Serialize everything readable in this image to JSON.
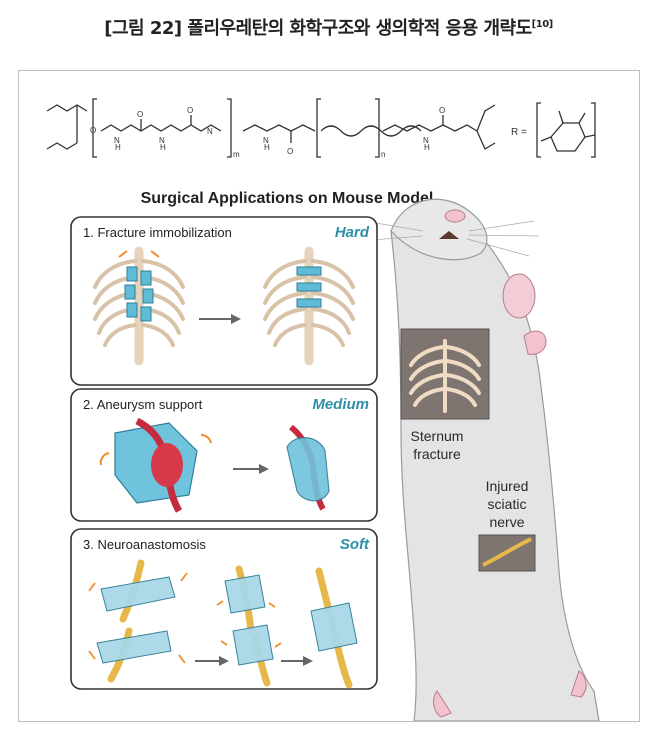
{
  "caption": {
    "text": "[그림 22] 폴리우레탄의 화학구조와 생의학적 응용 개략도",
    "ref": "[10]"
  },
  "formula": {
    "r_label": "R =",
    "sub_m": "m",
    "sub_n": "n"
  },
  "figure": {
    "title": "Surgical Applications on Mouse Model",
    "panels": [
      {
        "label": "1. Fracture immobilization",
        "tag": "Hard"
      },
      {
        "label": "2. Aneurysm support",
        "tag": "Medium"
      },
      {
        "label": "3. Neuroanastomosis",
        "tag": "Soft"
      }
    ],
    "mouse_labels": {
      "sternum_line1": "Sternum",
      "sternum_line2": "fracture",
      "sciatic_line1": "Injured",
      "sciatic_line2": "sciatic",
      "sciatic_line3": "nerve"
    }
  },
  "colors": {
    "tag_text": "#2e8fa8",
    "patch_blue": "#6fc3dd",
    "vessel_red": "#d8394a",
    "nerve_yellow": "#e6b84a",
    "bone": "#f0dcc4",
    "mouse_gray": "#e2e2e2"
  }
}
